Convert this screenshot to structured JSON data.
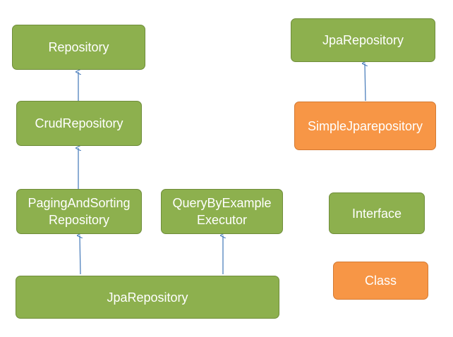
{
  "diagram": {
    "nodes": {
      "repository": {
        "label": "Repository",
        "kind": "interface"
      },
      "crud_repository": {
        "label": "CrudRepository",
        "kind": "interface"
      },
      "paging_and_sorting_repository": {
        "label_line1": "PagingAndSorting",
        "label_line2": "Repository",
        "kind": "interface"
      },
      "query_by_example_executor": {
        "label_line1": "QueryByExample",
        "label_line2": "Executor",
        "kind": "interface"
      },
      "jpa_repository_bottom": {
        "label": "JpaRepository",
        "kind": "interface"
      },
      "jpa_repository_top": {
        "label": "JpaRepository",
        "kind": "interface"
      },
      "simple_jpa_repository": {
        "label": "SimpleJparepository",
        "kind": "class"
      }
    },
    "edges": [
      {
        "from": "crud_repository",
        "to": "repository"
      },
      {
        "from": "paging_and_sorting_repository",
        "to": "crud_repository"
      },
      {
        "from": "jpa_repository_bottom",
        "to": "paging_and_sorting_repository"
      },
      {
        "from": "jpa_repository_bottom",
        "to": "query_by_example_executor"
      },
      {
        "from": "simple_jpa_repository",
        "to": "jpa_repository_top"
      }
    ],
    "legend": {
      "interface_label": "Interface",
      "class_label": "Class"
    }
  },
  "colors": {
    "interface_fill": "#8db04e",
    "interface_border": "#6f8d3a",
    "class_fill": "#f79646",
    "class_border": "#d47a33",
    "arrow": "#4f81bd",
    "text": "#ffffff"
  }
}
